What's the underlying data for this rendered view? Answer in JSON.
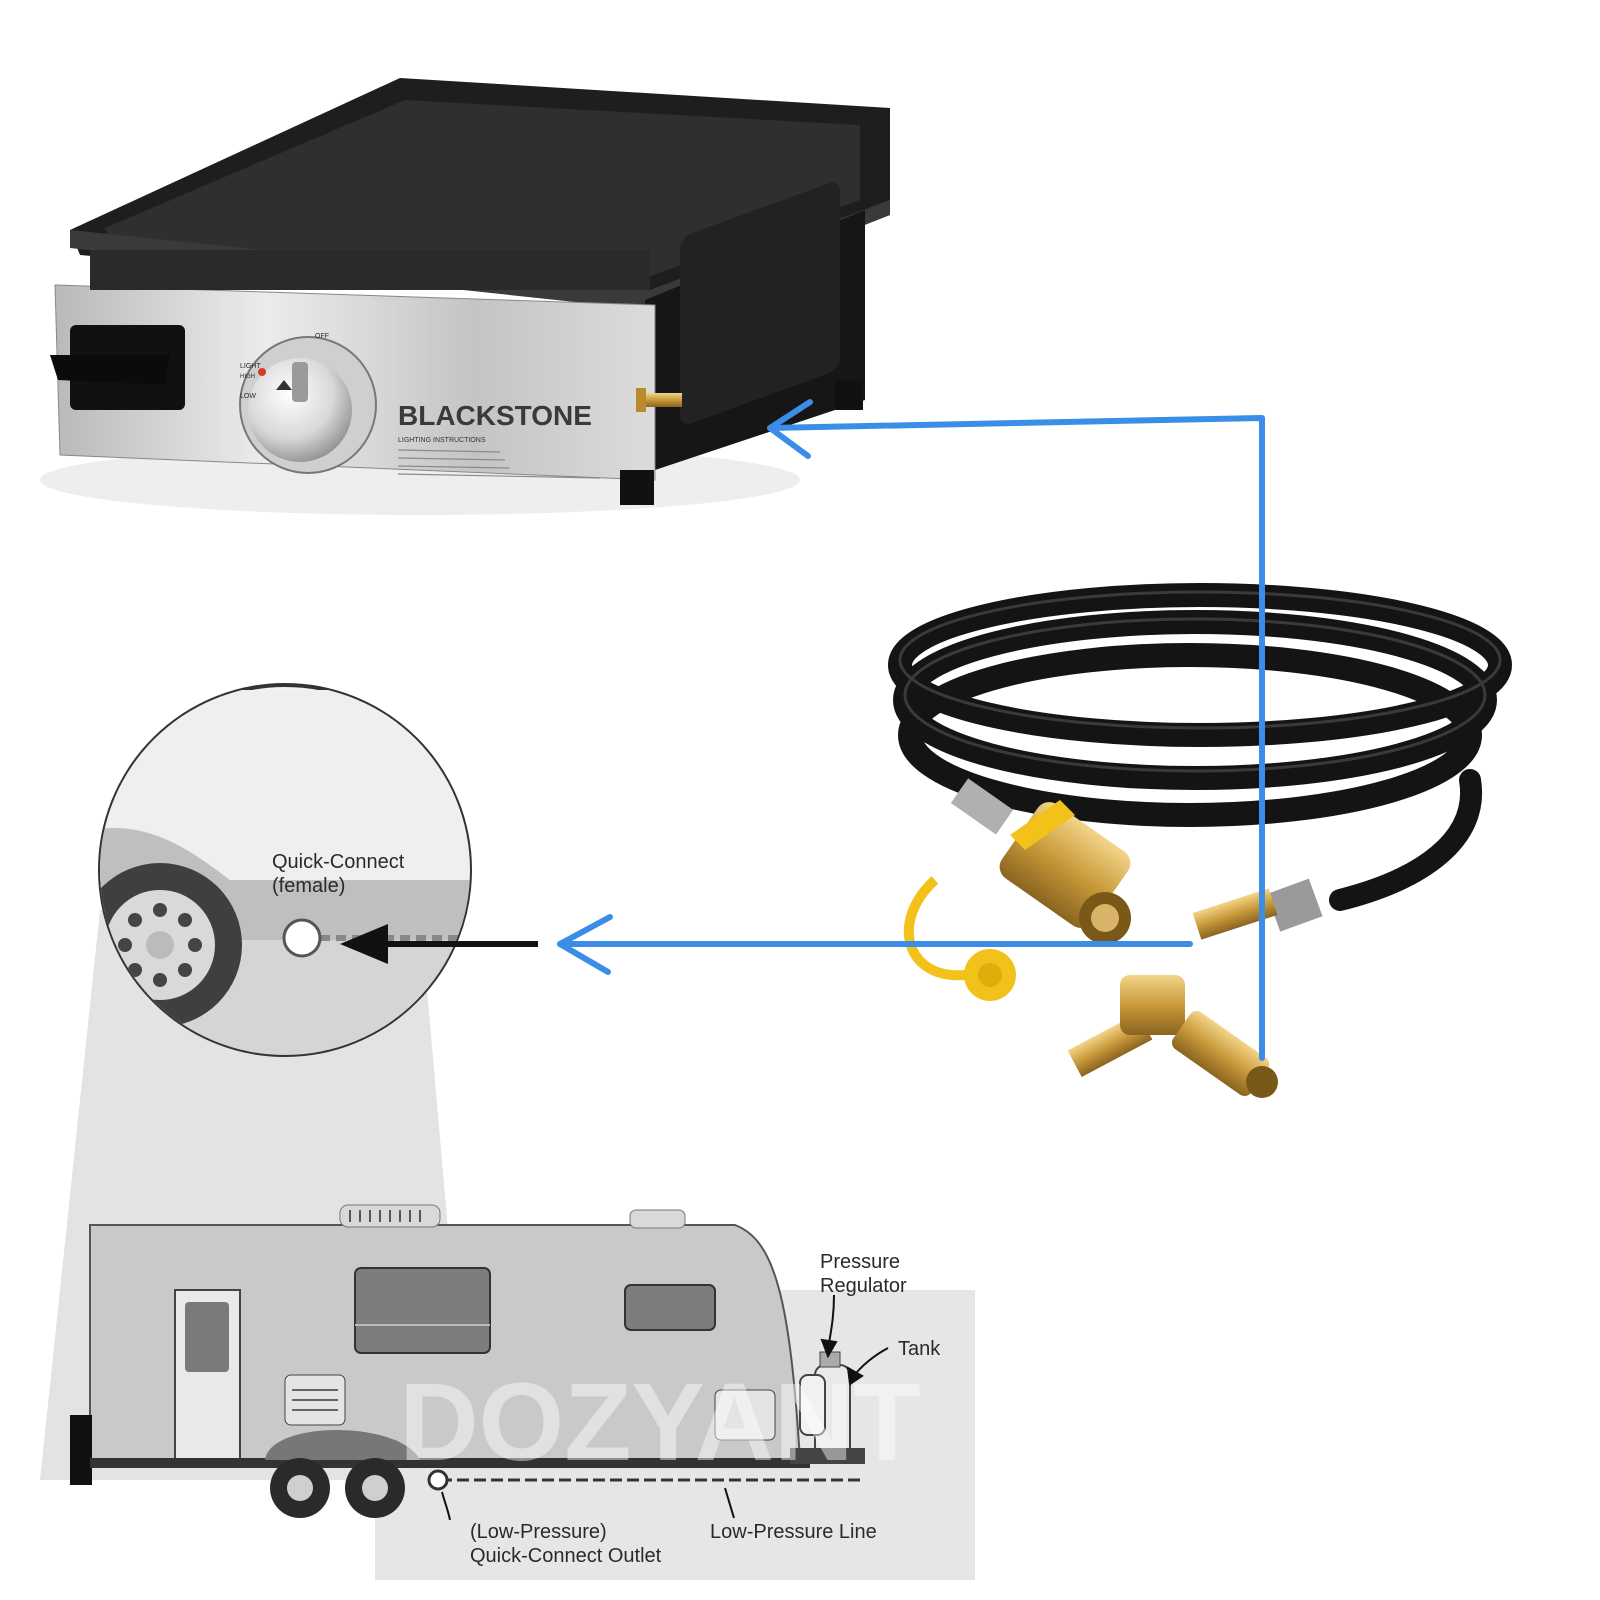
{
  "griddle": {
    "brand": "BLACKSTONE",
    "knob_label_top": "OFF",
    "knob_label_light": "LIGHT",
    "knob_label_high": "HIGH",
    "knob_label_low": "LOW",
    "instructions_heading": "LIGHTING INSTRUCTIONS"
  },
  "callout": {
    "quick_connect_line1": "Quick-Connect",
    "quick_connect_line2": "(female)"
  },
  "rv_labels": {
    "pressure_regulator_line1": "Pressure",
    "pressure_regulator_line2": "Regulator",
    "tank": "Tank",
    "outlet_line1": "(Low-Pressure)",
    "outlet_line2": "Quick-Connect Outlet",
    "low_pressure_line": "Low-Pressure Line"
  },
  "watermark": "DOZYANT",
  "colors": {
    "arrow_blue": "#3b8ee8",
    "hose_black": "#141414",
    "brass": "#c99a3a",
    "cap_yellow": "#f2c21a",
    "rv_gray": "#c9c9c9"
  }
}
